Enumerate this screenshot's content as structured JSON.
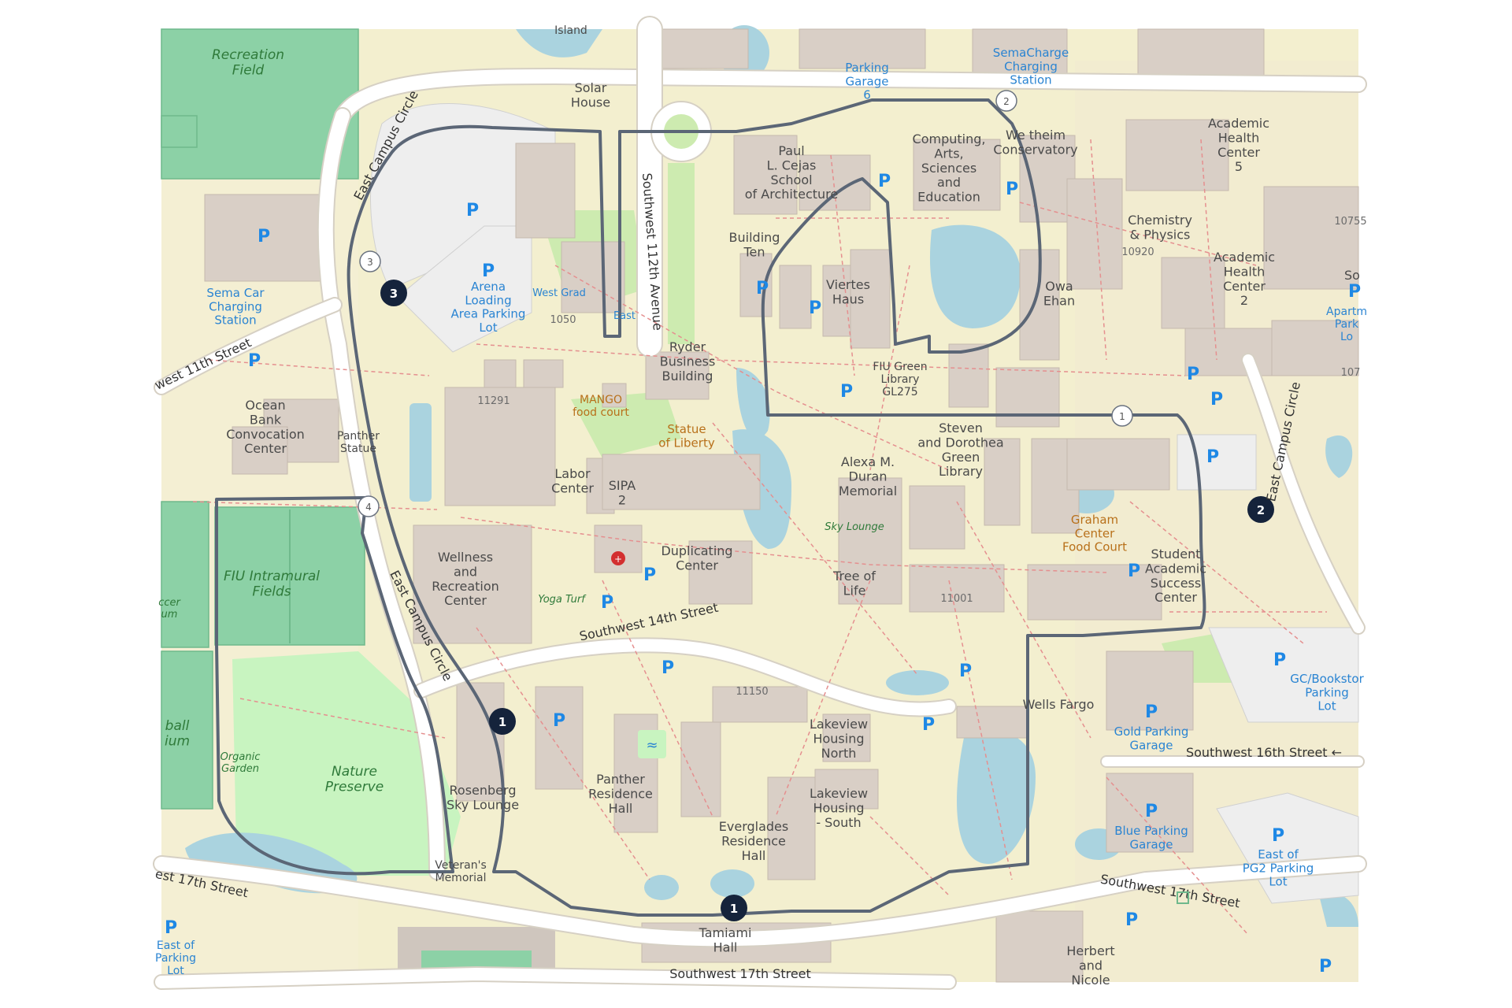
{
  "map": {
    "areas": {
      "recreation_field": "Recreation\nField",
      "intramural_fields": "FIU Intramural\nFields",
      "nature_preserve": "Nature\nPreserve",
      "organic_garden": "Organic\nGarden",
      "sky_lounge": "Sky Lounge",
      "yoga_turf": "Yoga Turf",
      "soccer_left": "ccer\num",
      "football_left": "ball\nium"
    },
    "buildings": {
      "solar_house": "Solar\nHouse",
      "cejas": "Paul\nL. Cejas\nSchool\nof Architecture",
      "cases": "Computing,\nArts,\nSciences\nand\nEducation",
      "wertheim": "We theim\nConservatory",
      "academic_health_5": "Academic\nHealth\nCenter\n5",
      "academic_health_2": "Academic\nHealth\nCenter\n2",
      "chemistry": "Chemistry\n& Physics",
      "building_ten": "Building\nTen",
      "viertes_haus": "Viertes\nHaus",
      "owa_ehan": "Owa\nEhan",
      "ryder": "Ryder\nBusiness\nBuilding",
      "green_library": "FIU Green\nLibrary\nGL275",
      "steven_green": "Steven\nand Dorothea\nGreen\nLibrary",
      "ocean_bank": "Ocean\nBank\nConvocation\nCenter",
      "panther_statue": "Panther\nStatue",
      "labor_center": "Labor\nCenter",
      "sipa2": "SIPA\n2",
      "statue_liberty": "Statue\nof Liberty",
      "alexa_duran": "Alexa M.\nDuran\nMemorial",
      "graham_center": "Graham\nCenter\nFood Court",
      "student_success": "Student\nAcademic\nSuccess\nCenter",
      "wellness": "Wellness\nand\nRecreation\nCenter",
      "duplicating": "Duplicating\nCenter",
      "tree_of_life": "Tree of\nLife",
      "lakeview_north": "Lakeview\nHousing\nNorth",
      "lakeview_south": "Lakeview\nHousing\n- South",
      "wells_fargo": "Wells Fargo",
      "panther_residence": "Panther\nResidence\nHall",
      "everglades": "Everglades\nResidence\nHall",
      "rosenberg": "Rosenberg\nSky Lounge",
      "veterans": "Veteran's\nMemorial",
      "tamiami": "Tamiami\nHall",
      "herbert": "Herbert\nand\nNicole",
      "west_grad": "West Grad",
      "east": "East",
      "mango": "MANGO\nfood court"
    },
    "parking": {
      "garage6": "Parking\nGarage\n6",
      "semacharge": "SemaCharge\nCharging\nStation",
      "sema_car": "Sema Car\nCharging\nStation",
      "arena_loading": "Arena\nLoading\nArea Parking\nLot",
      "gold": "Gold Parking\nGarage",
      "blue": "Blue Parking\nGarage",
      "gc_bookstore": "GC/Bookstor\nParking\nLot",
      "pg2": "East of\nPG2 Parking\nLot",
      "east_left": "East of\nParking\nLot",
      "apartments": "Apartm\nPark\nLo"
    },
    "numbers": [
      "1050",
      "11291",
      "10920",
      "11001",
      "11150",
      "10755",
      "107"
    ],
    "streets": {
      "east_campus_circle_nw": "East Campus Circle",
      "east_campus_circle_w": "East Campus Circle",
      "east_campus_circle_e": "East Campus Circle",
      "sw_112th": "Southwest 112th Avenue",
      "sw_11th": "west 11th Street",
      "sw_14th": "Southwest 14th Street",
      "sw_16th": "Southwest 16th Street ←",
      "sw_17th_bottom": "Southwest 17th Street",
      "sw_17th_right": "Southwest 17th Street",
      "sw_17th_left": "est 17th Street",
      "island": "Island",
      "so_right": "So"
    },
    "stop_markers": [
      "1",
      "2",
      "3"
    ],
    "waypoints": [
      "1",
      "2",
      "3",
      "4"
    ],
    "colors": {
      "route": "#5b6676",
      "marker": "#15233b",
      "parking_icon": "#1e88e5",
      "footpath": "#e58f8f"
    }
  }
}
